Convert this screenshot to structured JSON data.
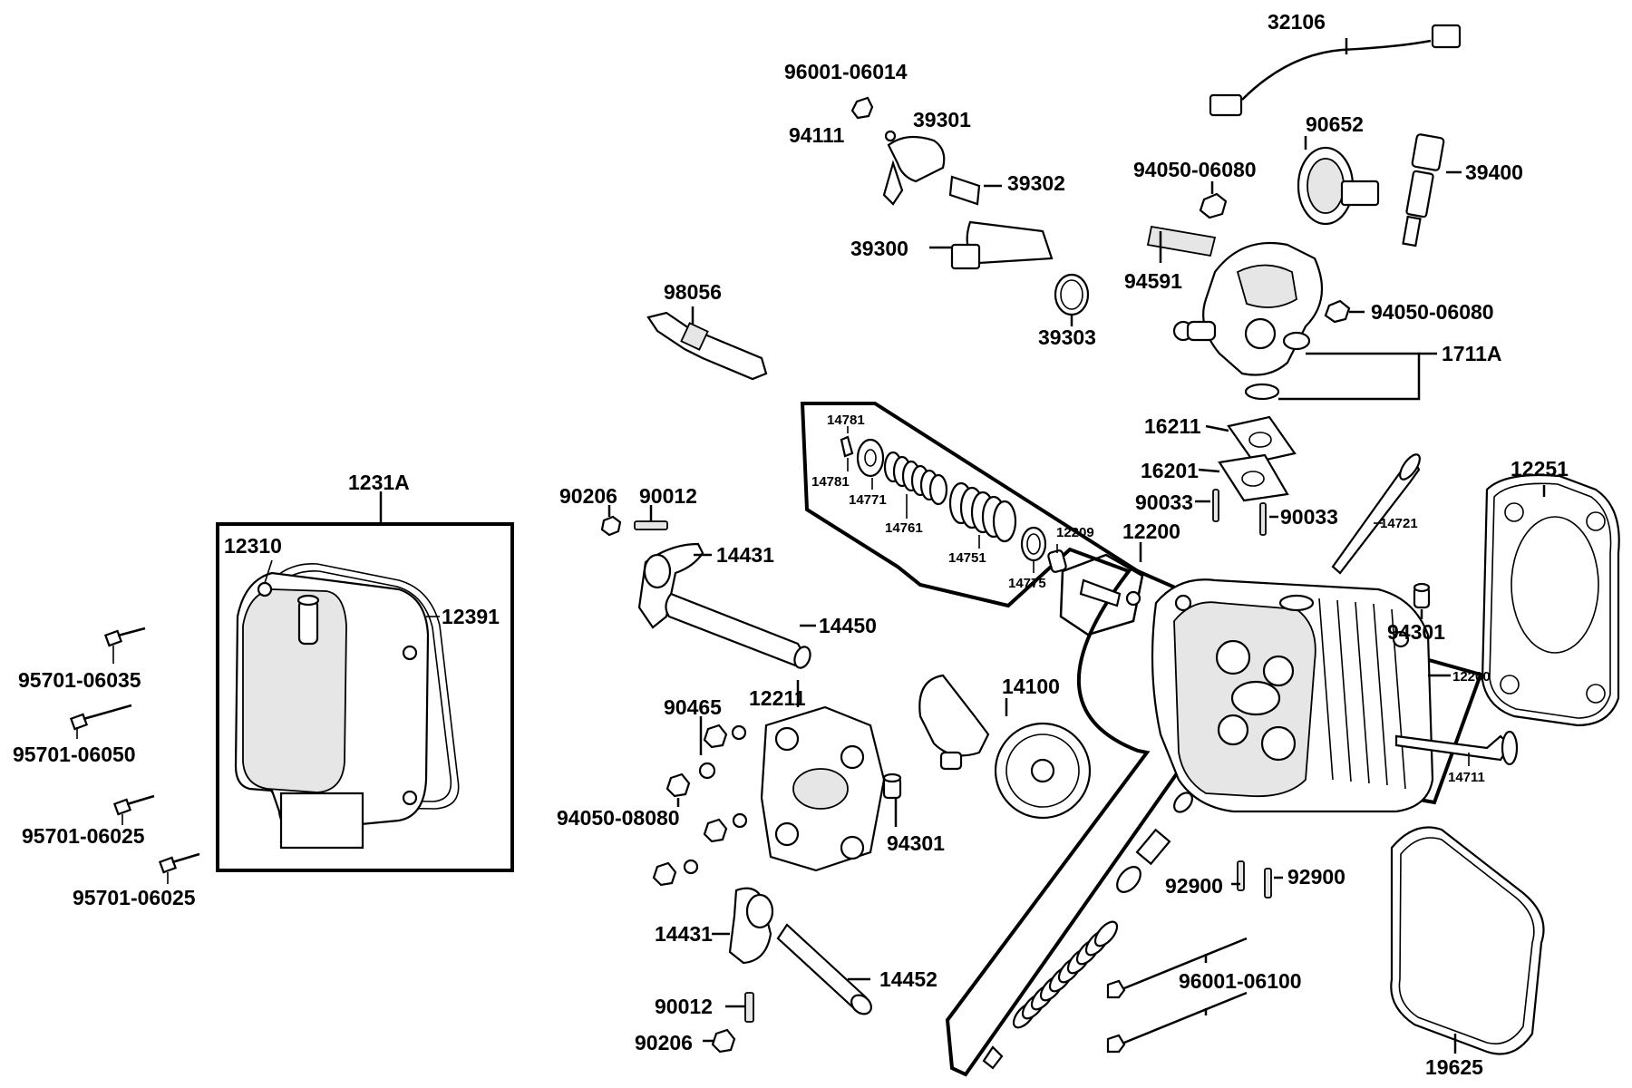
{
  "diagram": {
    "labels": {
      "p32106": "32106",
      "p96001_06014": "96001-06014",
      "p94111": "94111",
      "p39301": "39301",
      "p39302": "39302",
      "p39300": "39300",
      "p39303": "39303",
      "p90652": "90652",
      "p94050_06080_a": "94050-06080",
      "p39400": "39400",
      "p94591": "94591",
      "p94050_06080_b": "94050-06080",
      "p1711A": "1711A",
      "p98056": "98056",
      "p16211": "16211",
      "p16201": "16201",
      "p90033_a": "90033",
      "p90033_b": "90033",
      "p14721": "14721",
      "p12251": "12251",
      "p14781_a": "14781",
      "p14781_b": "14781",
      "p14771": "14771",
      "p14761": "14761",
      "p14751": "14751",
      "p14775": "14775",
      "p12209": "12209",
      "p12200_a": "12200",
      "p12200_b": "12200",
      "p94301_a": "94301",
      "p14711": "14711",
      "p1231A": "1231A",
      "p12310": "12310",
      "p12391": "12391",
      "p95701_06035": "95701-06035",
      "p95701_06050": "95701-06050",
      "p95701_06025_a": "95701-06025",
      "p95701_06025_b": "95701-06025",
      "p90206_a": "90206",
      "p90012_a": "90012",
      "p14431_a": "14431",
      "p14450": "14450",
      "p90465": "90465",
      "p12211": "12211",
      "p94050_08080": "94050-08080",
      "p94301_b": "94301",
      "p14100": "14100",
      "p14431_b": "14431",
      "p14452": "14452",
      "p90012_b": "90012",
      "p90206_b": "90206",
      "p92900_a": "92900",
      "p92900_b": "92900",
      "p96001_06100": "96001-06100",
      "p19625": "19625"
    }
  }
}
